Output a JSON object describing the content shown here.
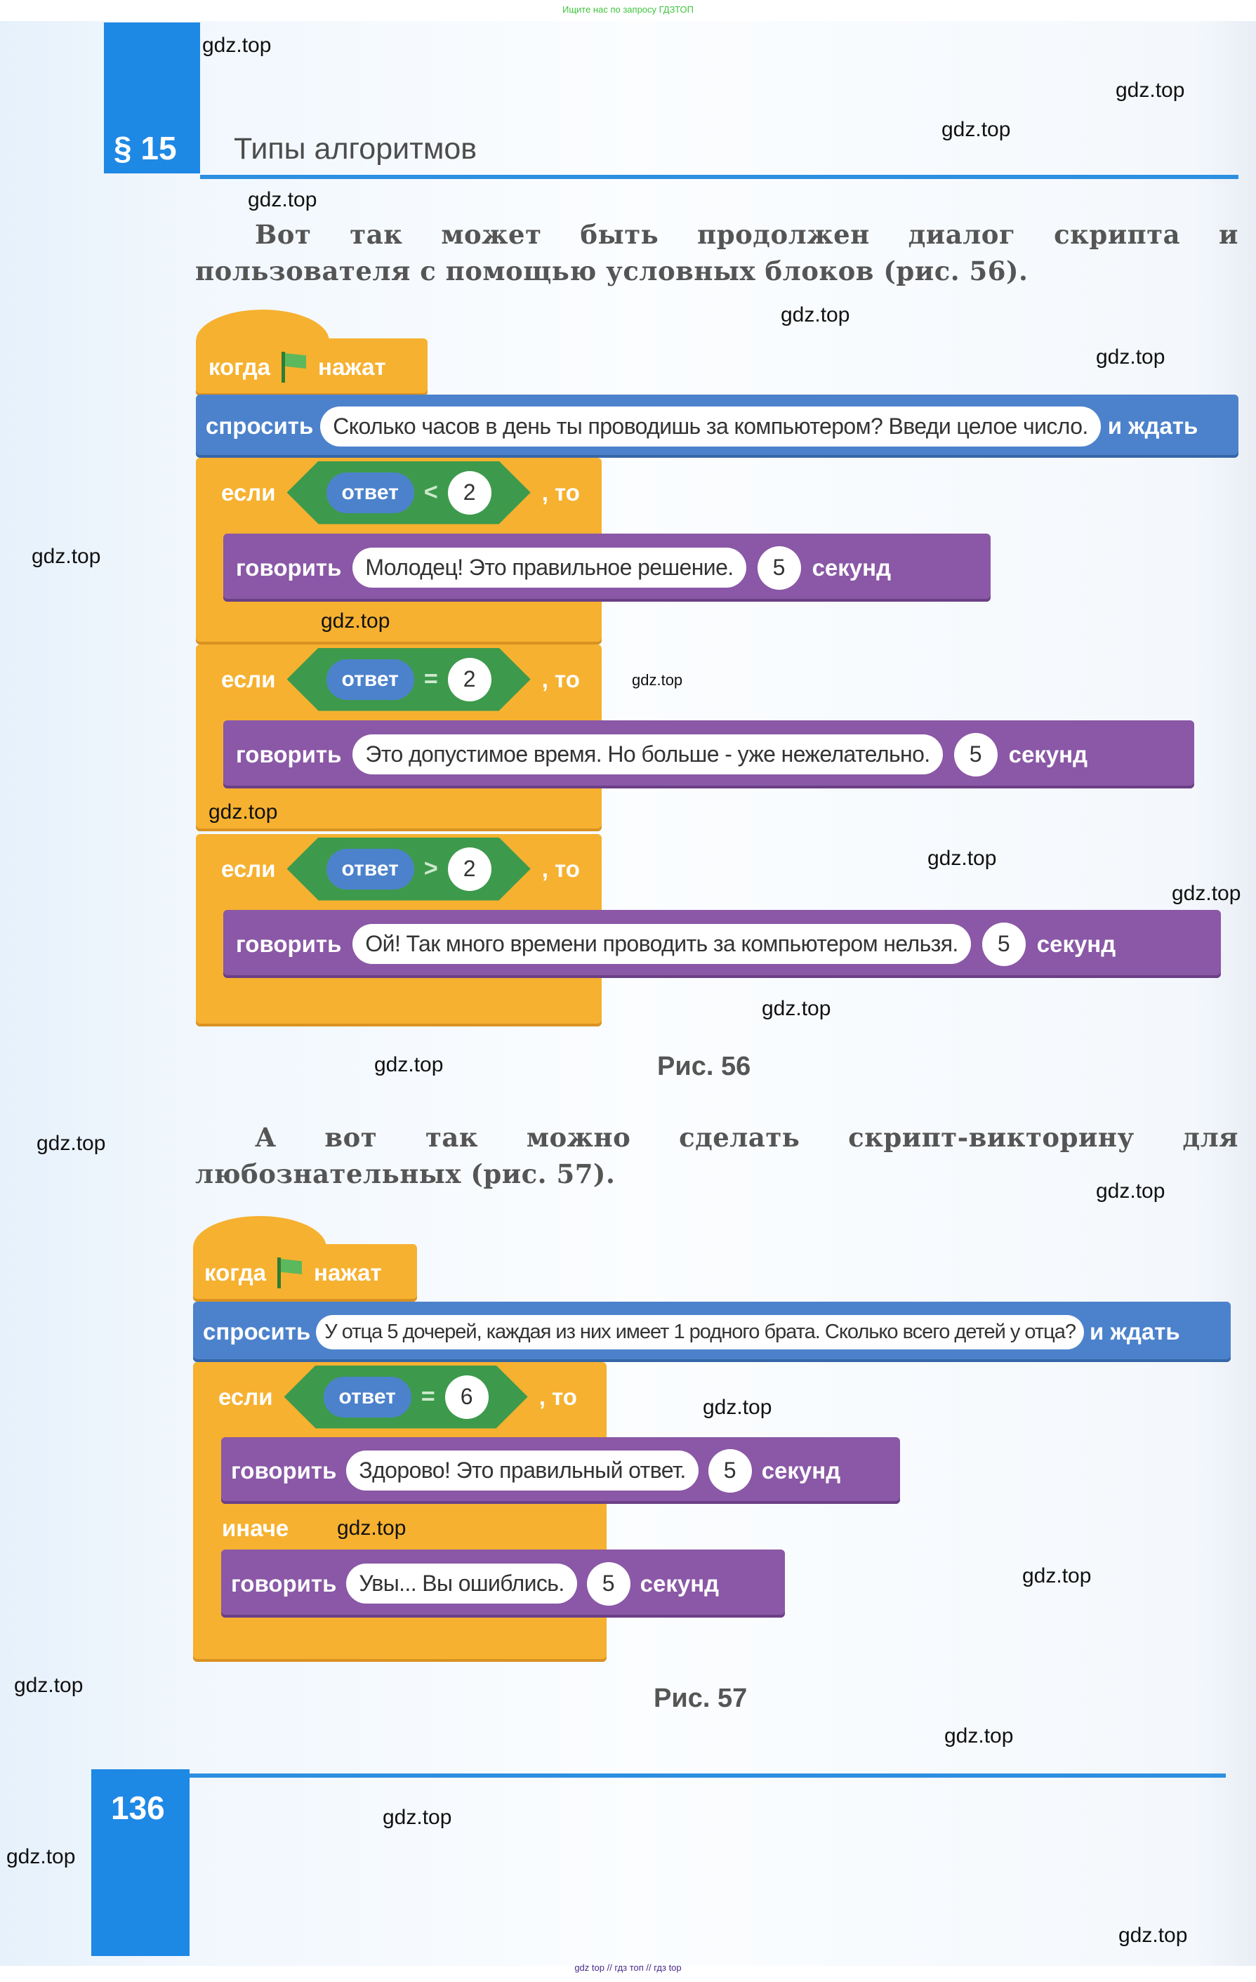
{
  "top_banner": "Ищите нас по запросу ГДЗТОП",
  "bottom_banner": "gdz top  //  гдз топ  //  гдз top",
  "header": {
    "section_number": "§ 15",
    "section_title": "Типы алгоритмов"
  },
  "paragraphs": [
    "Вот так может быть продолжен диалог скрипта и пользователя с помощью условных блоков (рис. 56).",
    "А вот так можно сделать скрипт-викторину для любознательных (рис. 57)."
  ],
  "figure56": {
    "caption": "Рис. 56",
    "hat": {
      "when": "когда",
      "pressed": "нажат",
      "icon": "green-flag-icon"
    },
    "ask": {
      "label": "спросить",
      "text": "Сколько часов в день ты проводишь за компьютером? Введи целое число.",
      "wait": "и ждать"
    },
    "conditions": [
      {
        "if": "если",
        "var": "ответ",
        "op": "<",
        "value": "2",
        "then": ", то",
        "say": {
          "label": "говорить",
          "text": "Молодец! Это правильное решение.",
          "secs": "5",
          "unit": "секунд"
        }
      },
      {
        "if": "если",
        "var": "ответ",
        "op": "=",
        "value": "2",
        "then": ", то",
        "say": {
          "label": "говорить",
          "text": "Это допустимое время. Но больше - уже нежелательно.",
          "secs": "5",
          "unit": "секунд"
        }
      },
      {
        "if": "если",
        "var": "ответ",
        "op": ">",
        "value": "2",
        "then": ", то",
        "say": {
          "label": "говорить",
          "text": "Ой! Так много времени проводить за компьютером нельзя.",
          "secs": "5",
          "unit": "секунд"
        }
      }
    ]
  },
  "figure57": {
    "caption": "Рис. 57",
    "hat": {
      "when": "когда",
      "pressed": "нажат",
      "icon": "green-flag-icon"
    },
    "ask": {
      "label": "спросить",
      "text": "У отца 5 дочерей, каждая из них имеет 1 родного брата. Сколько всего детей у отца?",
      "wait": "и ждать"
    },
    "condition": {
      "if": "если",
      "var": "ответ",
      "op": "=",
      "value": "6",
      "then": ", то",
      "else": "иначе",
      "say_then": {
        "label": "говорить",
        "text": "Здорово! Это правильный ответ.",
        "secs": "5",
        "unit": "секунд"
      },
      "say_else": {
        "label": "говорить",
        "text": "Увы... Вы ошиблись.",
        "secs": "5",
        "unit": "секунд"
      }
    }
  },
  "footer": {
    "page_number": "136"
  },
  "watermark": "gdz.top",
  "colors": {
    "control": "#f6b130",
    "sensing": "#4c82cc",
    "looks": "#8a58a6",
    "operator": "#3d9a4c",
    "accent": "#1e88e5"
  }
}
